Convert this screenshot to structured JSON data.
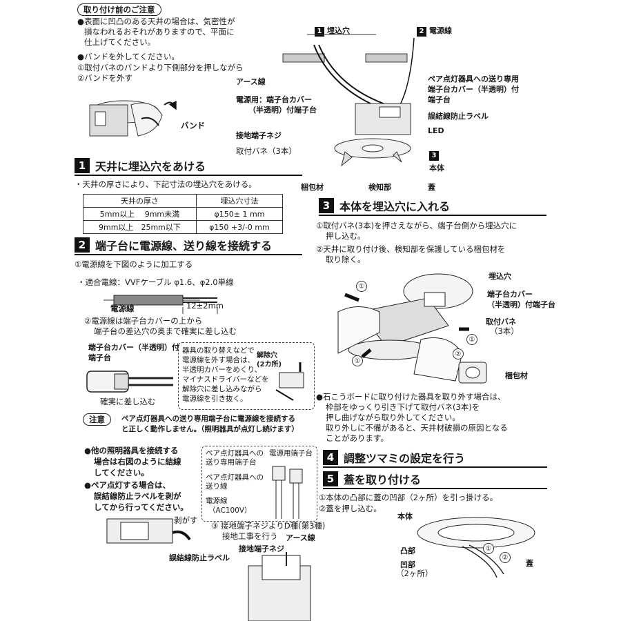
{
  "precaution": {
    "title": "取り付け前のご注意",
    "bullet1": [
      "●表面に凹凸のある天井の場合は、気密性が",
      "損なわれるおそれがありますので、平面に",
      "仕上げてください。"
    ],
    "bullet2": [
      "●バンドを外してください。",
      "①取付バネのバンドより下側部分を押しながら",
      "②バンドを外す"
    ],
    "band_label": "バンド"
  },
  "top_diagram": {
    "tag1_num": "1",
    "tag1_label": "埋込穴",
    "tag2_num": "2",
    "tag2_label": "電源線",
    "ground_wire": "アース線",
    "power_terminal": [
      "電源用：端子台カバー",
      "（半透明）付端子台"
    ],
    "pair_terminal": [
      "ペア点灯器具への送り専用",
      "端子台カバー（半透明）付",
      "端子台"
    ],
    "misconnection_label": "誤結線防止ラベル",
    "ground_screw": "接地端子ネジ",
    "led": "LED",
    "spring": "取付バネ（3本）",
    "tag3_num": "3",
    "body": "本体",
    "packing": "梱包材",
    "sensor": "検知部",
    "lid": "蓋"
  },
  "section1": {
    "num": "1",
    "title": "天井に埋込穴をあける",
    "note": "・天井の厚さにより、下記寸法の埋込穴をあける。",
    "table": {
      "headers": [
        "天井の厚さ",
        "埋込穴寸法"
      ],
      "rows": [
        [
          "5mm以上　 9mm未満",
          "φ150± 1 mm"
        ],
        [
          "9mm以上　25mm以下",
          "φ150 +3/-0 mm"
        ]
      ]
    }
  },
  "section2": {
    "num": "2",
    "title": "端子台に電源線、送り線を接続する",
    "step1": "①電源線を下図のように加工する",
    "cable": "・適合電線：VVFケーブル φ1.6、φ2.0単線",
    "wire_label": "電源線",
    "strip_len": "12±2mm",
    "step2": [
      "②電源線は端子台カバーの上から",
      "端子台の差込穴の奥まで確実に差し込む"
    ],
    "terminal_label": [
      "端子台カバー（半透明）付",
      "端子台"
    ],
    "insert_label": "確実に差し込む",
    "release_box": [
      "器具の取り替えなどで",
      "電源線を外す場合は、",
      "半透明カバーをめくり、",
      "マイナスドライバーなどを",
      "解除穴に差し込みながら",
      "電源線を引き抜く。"
    ],
    "release_hole": [
      "解除穴",
      "(2カ所)"
    ],
    "caution_tag": "注意",
    "caution_text": [
      "ペア点灯器具への送り専用端子台に電源線を接続する",
      "と正しく動作しません。（照明器具が点灯し続けます）"
    ],
    "other_bullets": [
      "●他の照明器具を接続する",
      "場合は右図のように結線",
      "してください。",
      "●ペア点灯する場合は、",
      "誤結線防止ラベルを剥が",
      "してから行ってください。"
    ],
    "wiring_labels": [
      "ペア点灯器具への",
      "送り専用端子台",
      "電源用端子台",
      "ペア点灯器具への",
      "送り線",
      "電源線",
      "（AC100V）"
    ],
    "peel_label": "剥がす",
    "misconnection_label": "誤結線防止ラベル",
    "step3": [
      "③ 接地端子ネジよりD種(第3種)",
      "接地工事を行う"
    ],
    "ground_wire": "アース線",
    "ground_screw": "接地端子ネジ"
  },
  "section3": {
    "num": "3",
    "title": "本体を埋込穴に入れる",
    "step1": [
      "①取付バネ(3本)を押さえながら、端子台側から埋込穴に",
      "押し込む。"
    ],
    "step2": [
      "②天井に取り付け後、検知部を保護している梱包材を",
      "取り除く。"
    ],
    "labels": {
      "hole": "埋込穴",
      "terminal": [
        "端子台カバー",
        "（半透明）付端子台"
      ],
      "spring": [
        "取付バネ",
        "（3本）"
      ],
      "packing": "梱包材"
    },
    "circle1": "①",
    "circle2": "②",
    "removal": [
      "●石こうボードに取り付けた器具を取り外す場合は、",
      "枠部をゆっくり引き下げて取付バネ(3本)を",
      "押し曲げながら取り外してください。",
      "取り外しに不備があると、天井材破損の原因となる",
      "ことがあります。"
    ]
  },
  "section4": {
    "num": "4",
    "title": "調整ツマミの設定を行う"
  },
  "section5": {
    "num": "5",
    "title": "蓋を取り付ける",
    "step1": "①本体の凸部に蓋の凹部（2ヶ所）を引っ掛ける。",
    "step2": "②蓋を押し込む。",
    "labels": {
      "body": "本体",
      "convex": "凸部",
      "concave": "凹部",
      "concave_count": "（2ヶ所）",
      "lid": "蓋"
    },
    "circle1": "①",
    "circle2": "②"
  }
}
